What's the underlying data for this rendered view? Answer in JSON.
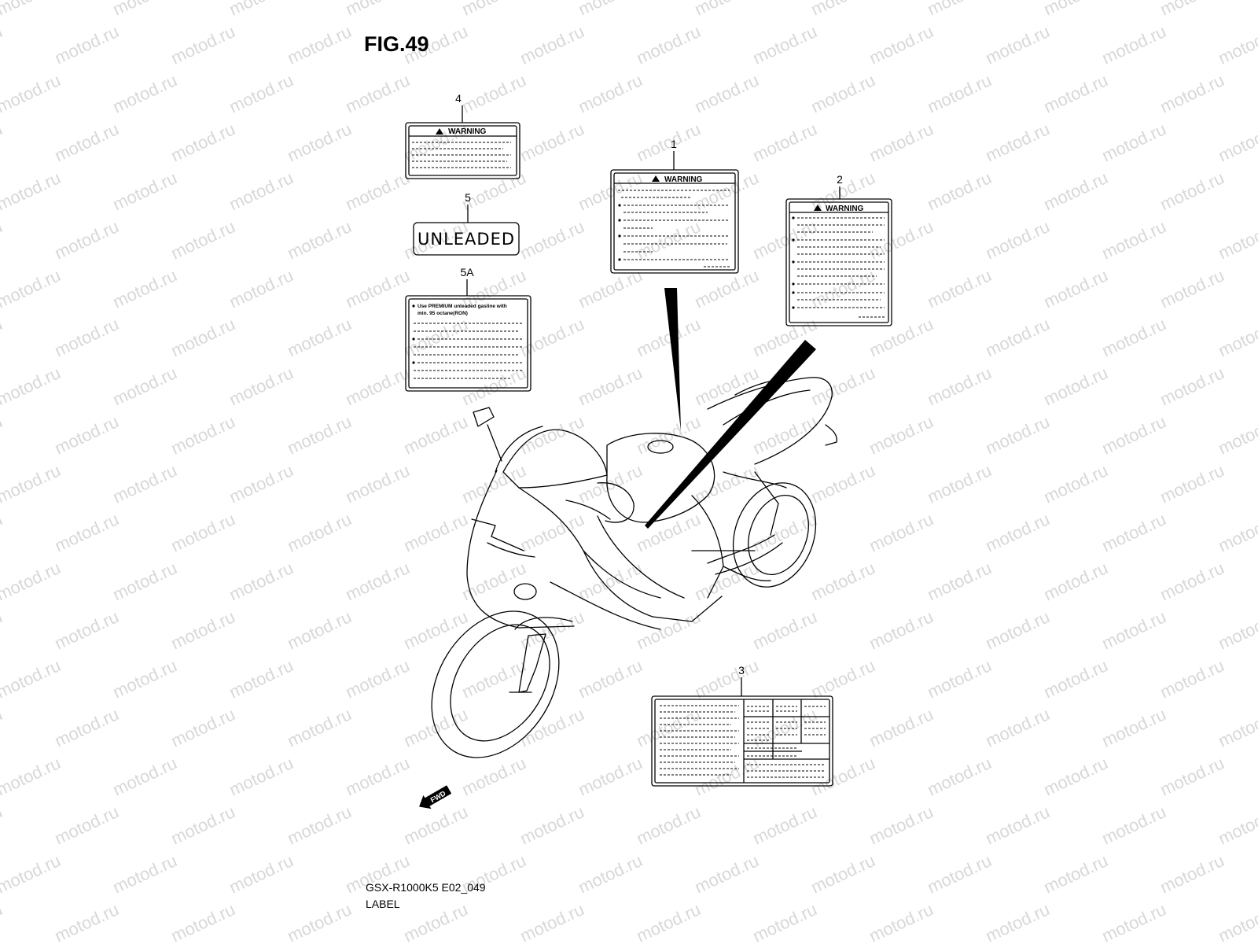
{
  "figure": {
    "title": "FIG.49",
    "model_code": "GSX-R1000K5 E02_049",
    "section_name": "LABEL"
  },
  "watermark": {
    "text": "motod.ru",
    "color": "#d8d8d8"
  },
  "callouts": [
    "1",
    "2",
    "3",
    "4",
    "5",
    "5A"
  ],
  "labels": {
    "warning_text": "WARNING",
    "unleaded_text": "UNLEADED",
    "fuel_line_1": "Use PREMIUM unleaded gasline with",
    "fuel_line_2": "min. 95 octane(RON)",
    "fwd_text": "FWD"
  },
  "icons": [
    "warning-triangle-icon",
    "fwd-arrow-icon"
  ]
}
